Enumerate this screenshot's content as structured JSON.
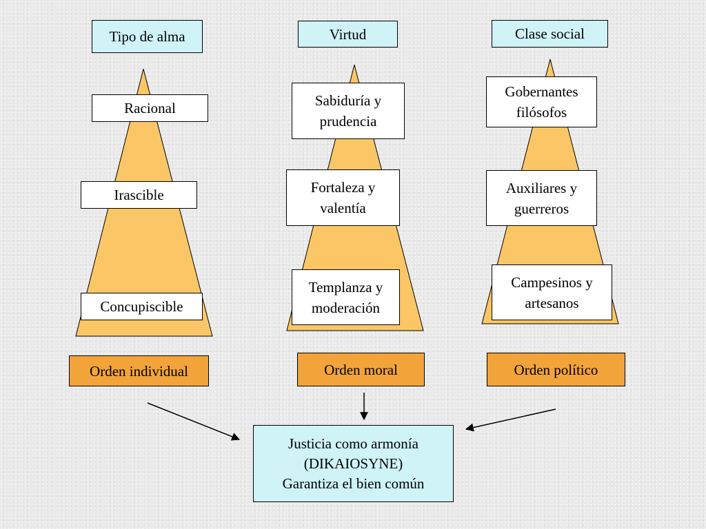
{
  "columns": [
    {
      "header": "Tipo de alma",
      "levels": [
        "Racional",
        "Irascible",
        "Concupiscible"
      ],
      "order": "Orden individual"
    },
    {
      "header": "Virtud",
      "levels": [
        "Sabiduría y\nprudencia",
        "Fortaleza y\nvalentía",
        "Templanza y\nmoderación"
      ],
      "order": "Orden moral"
    },
    {
      "header": "Clase social",
      "levels": [
        "Gobernantes\nfilósofos",
        "Auxiliares y\nguerreros",
        "Campesinos y\nartesanos"
      ],
      "order": "Orden político"
    }
  ],
  "result": "Justicia como armonía\n(DIKAIOSYNE)\nGarantiza el bien común",
  "colors": {
    "pyramid_fill": "#fbc766",
    "header_fill": "#cff3f7",
    "order_fill": "#f2a33a",
    "result_fill": "#cff3f7",
    "box_fill": "#ffffff"
  }
}
